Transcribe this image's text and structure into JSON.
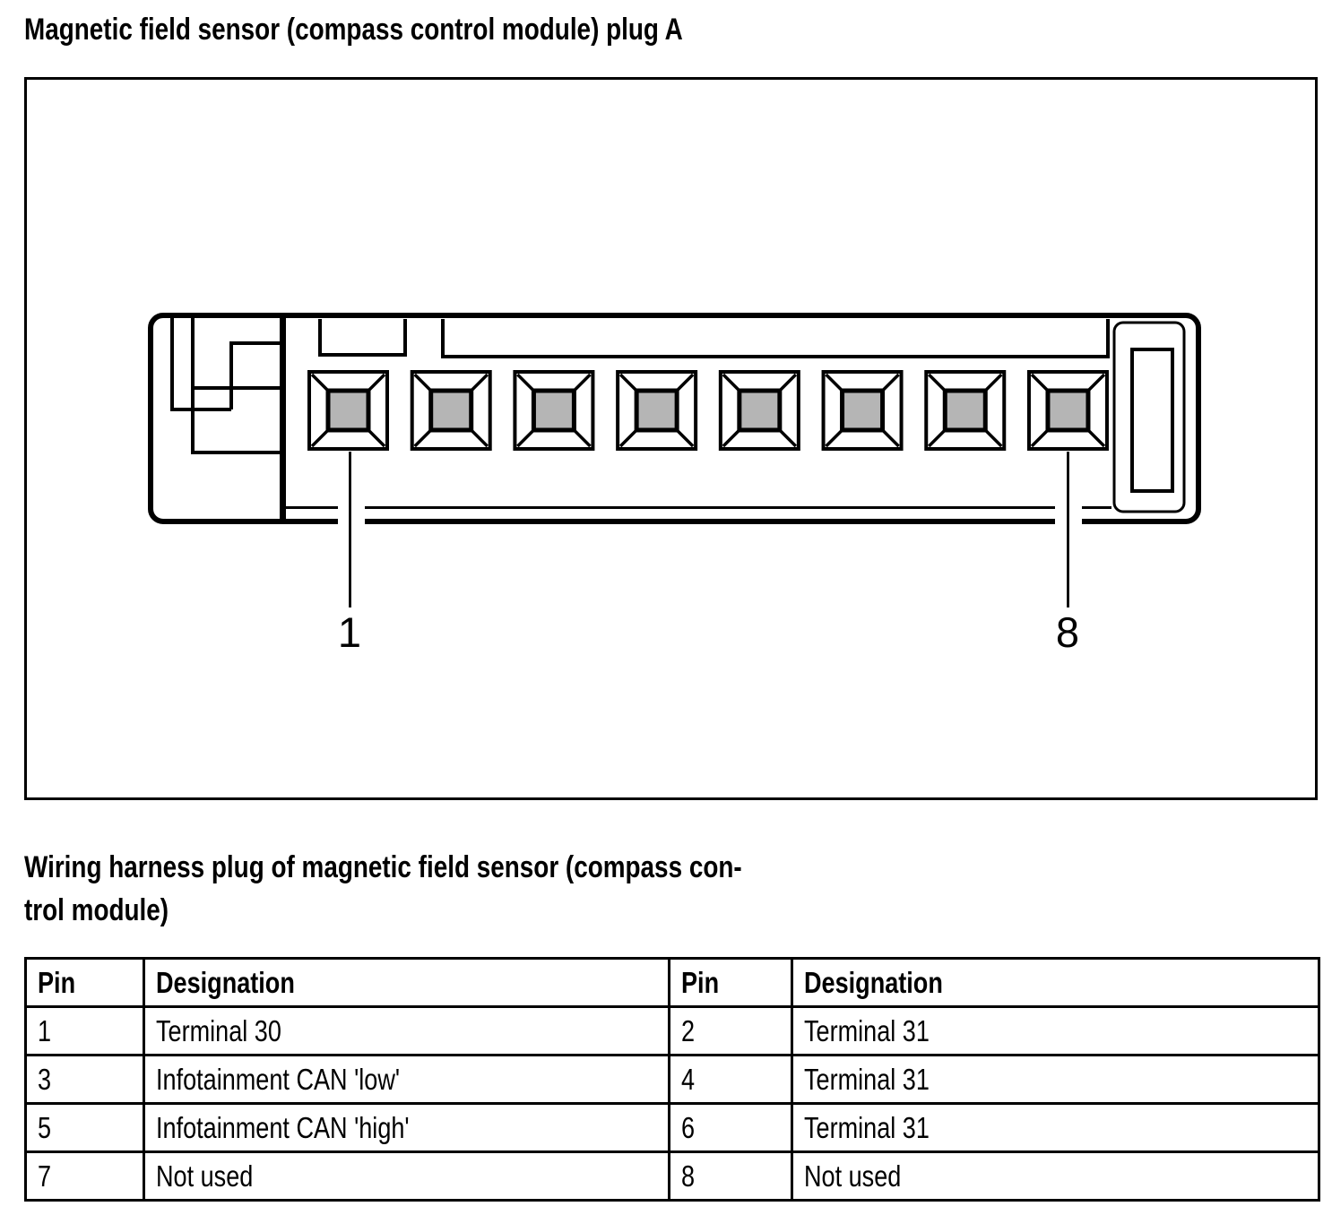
{
  "page": {
    "title": "Magnetic field sensor (compass control module) plug A"
  },
  "subtitle": {
    "line1": "Wiring harness plug of magnetic field sensor (compass con-",
    "line2": "trol module)"
  },
  "diagram": {
    "type": "connector-pinout-drawing",
    "description": "8-pin plug connector front view with keying maze at left and slot at right",
    "pin_count": 8,
    "first_pin_label": "1",
    "last_pin_label": "8",
    "pin_fill_color": "#b5b5b5",
    "line_color": "#000000"
  },
  "table": {
    "headers": [
      "Pin",
      "Designation",
      "Pin",
      "Designation"
    ],
    "rows": [
      [
        "1",
        "Terminal 30",
        "2",
        "Terminal 31"
      ],
      [
        "3",
        "Infotainment CAN 'low'",
        "4",
        "Terminal 31"
      ],
      [
        "5",
        "Infotainment CAN 'high'",
        "6",
        "Terminal 31"
      ],
      [
        "7",
        "Not used",
        "8",
        "Not used"
      ]
    ]
  }
}
